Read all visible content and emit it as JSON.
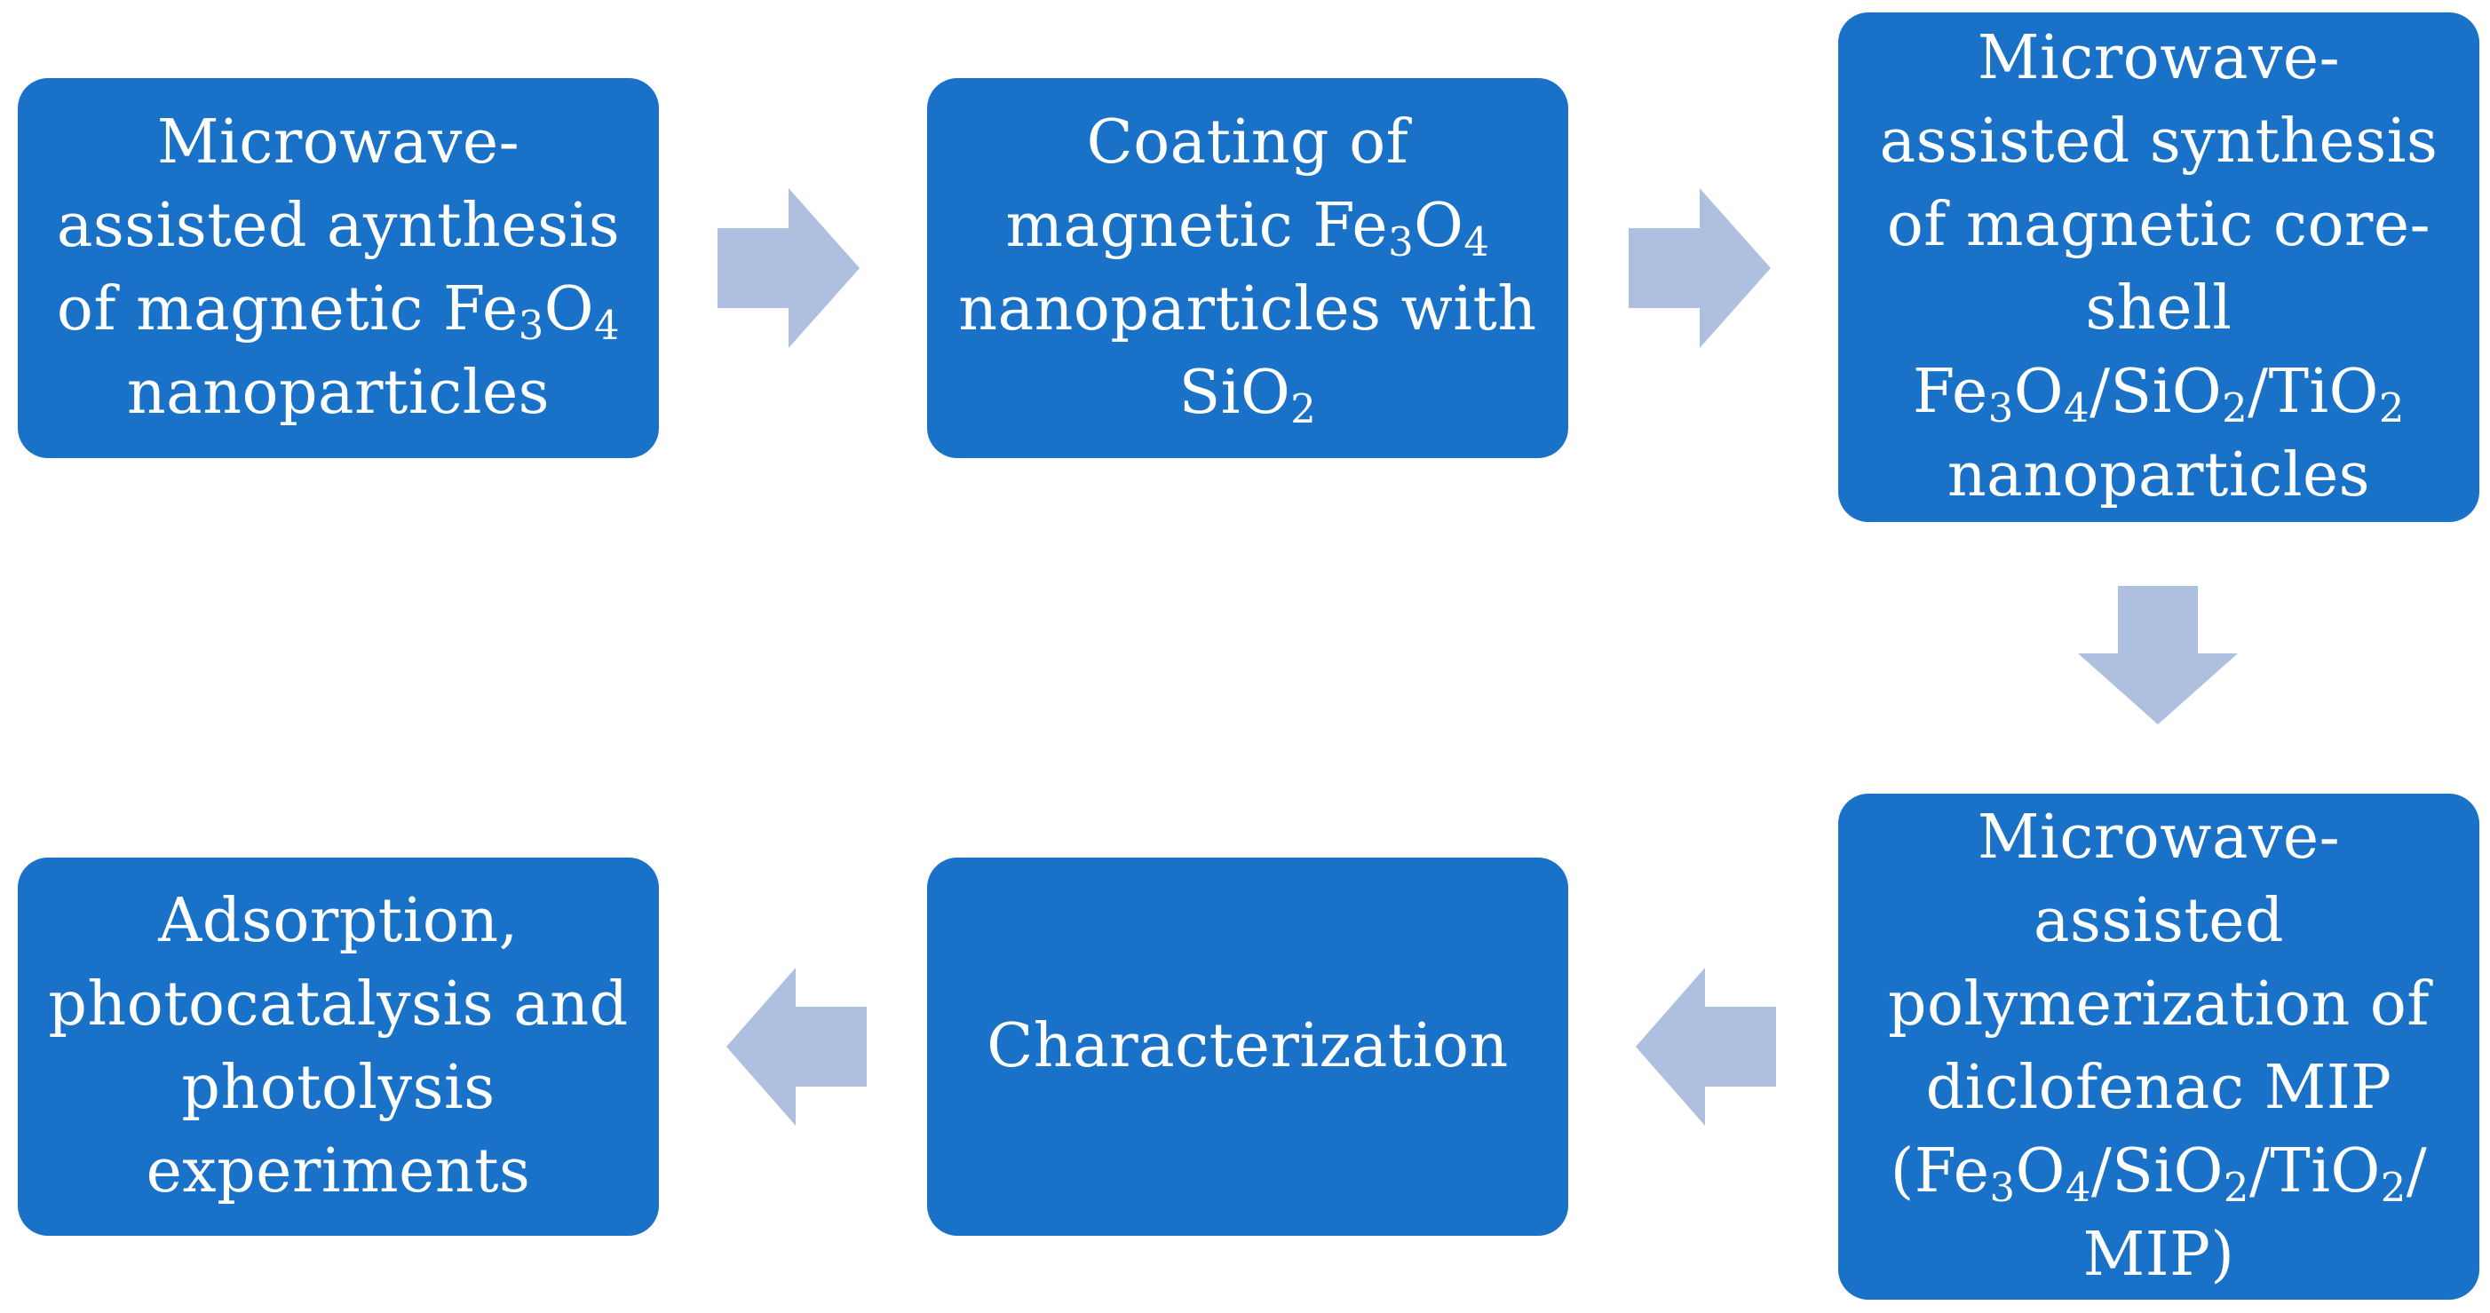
{
  "colors": {
    "box_fill": "#1a72c8",
    "box_text": "#ffffff",
    "arrow_fill": "#afbfe0"
  },
  "steps": [
    {
      "id": "step-1",
      "lines": [
        "Microwave-",
        "assisted aynthesis",
        "of magnetic Fe<sub>3</sub>O<sub>4</sub>",
        "nanoparticles"
      ]
    },
    {
      "id": "step-2",
      "lines": [
        "Coating of",
        "magnetic Fe<sub>3</sub>O<sub>4</sub>",
        "nanoparticles with",
        "SiO<sub>2</sub>"
      ]
    },
    {
      "id": "step-3",
      "lines": [
        "Microwave-",
        "assisted synthesis",
        "of magnetic core-",
        "shell",
        "Fe<sub>3</sub>O<sub>4</sub>/SiO<sub>2</sub>/TiO<sub>2</sub>",
        "nanoparticles"
      ]
    },
    {
      "id": "step-4",
      "lines": [
        "Microwave-",
        "assisted",
        "polymerization of",
        "diclofenac MIP",
        "(Fe<sub>3</sub>O<sub>4</sub>/SiO<sub>2</sub>/TiO<sub>2</sub>/",
        "MIP)"
      ]
    },
    {
      "id": "step-5",
      "lines": [
        "Characterization"
      ]
    },
    {
      "id": "step-6",
      "lines": [
        "Adsorption,",
        "photocatalysis and",
        "photolysis",
        "experiments"
      ]
    }
  ],
  "arrows": [
    {
      "id": "arrow-1-to-2",
      "direction": "right"
    },
    {
      "id": "arrow-2-to-3",
      "direction": "right"
    },
    {
      "id": "arrow-3-to-4",
      "direction": "down"
    },
    {
      "id": "arrow-4-to-5",
      "direction": "left"
    },
    {
      "id": "arrow-5-to-6",
      "direction": "left"
    }
  ]
}
